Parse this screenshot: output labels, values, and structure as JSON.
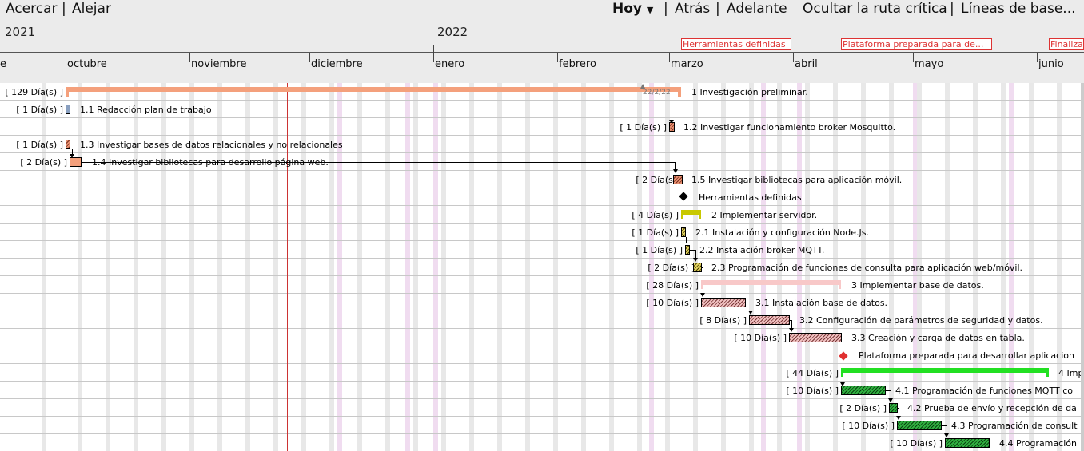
{
  "toolbar": {
    "zoom_in": "Acercar",
    "zoom_out": "Alejar",
    "today": "Hoy",
    "back": "Atrás",
    "forward": "Adelante",
    "hide_critical": "Ocultar la ruta crítica",
    "baselines": "Líneas de base..."
  },
  "years": [
    "2021",
    "2022"
  ],
  "months": [
    "e",
    "octubre",
    "noviembre",
    "diciembre",
    "enero",
    "febrero",
    "marzo",
    "abril",
    "mayo",
    "junio"
  ],
  "milestone_flags": [
    "Herramientas definidas",
    "Plataforma preparada para de...",
    "Finaliza"
  ],
  "date_marker": "22/2/22",
  "tasks": [
    {
      "dur": "[ 129 Día(s) ]",
      "label": "1 Investigación preliminar."
    },
    {
      "dur": "[ 1 Día(s) ]",
      "label": "1.1 Redacción plan de trabajo"
    },
    {
      "dur": "[ 1 Día(s) ]",
      "label": "1.2 Investigar funcionamiento broker Mosquitto."
    },
    {
      "dur": "[ 1 Día(s) ]",
      "label": "1.3 Investigar bases de datos relacionales y no relacionales"
    },
    {
      "dur": "[ 2 Día(s) ]",
      "label": "1.4 Investigar bibliotecas para desarrollo página web."
    },
    {
      "dur": "[ 2 Día(s) ]",
      "label": "1.5 Investigar bibliotecas para aplicación móvil."
    },
    {
      "dur": "",
      "label": "Herramientas definidas"
    },
    {
      "dur": "[ 4 Día(s) ]",
      "label": "2 Implementar servidor."
    },
    {
      "dur": "[ 1 Día(s) ]",
      "label": "2.1 Instalación y configuración Node.Js."
    },
    {
      "dur": "[ 1 Día(s) ]",
      "label": "2.2 Instalación broker MQTT."
    },
    {
      "dur": "[ 2 Día(s) ]",
      "label": "2.3 Programación de funciones de consulta para aplicación web/móvil."
    },
    {
      "dur": "[ 28 Día(s) ]",
      "label": "3 Implementar base de datos."
    },
    {
      "dur": "[ 10 Día(s) ]",
      "label": "3.1 Instalación base de datos."
    },
    {
      "dur": "[ 8 Día(s) ]",
      "label": "3.2 Configuración de parámetros de seguridad y datos."
    },
    {
      "dur": "[ 10 Día(s) ]",
      "label": "3.3 Creación y carga de datos en tabla."
    },
    {
      "dur": "",
      "label": "Plataforma preparada para desarrollar aplicacion"
    },
    {
      "dur": "[ 44 Día(s) ]",
      "label": "4 Imp"
    },
    {
      "dur": "[ 10 Día(s) ]",
      "label": "4.1 Programación de funciones MQTT co"
    },
    {
      "dur": "[ 2 Día(s) ]",
      "label": "4.2 Prueba de envío y recepción de da"
    },
    {
      "dur": "[ 10 Día(s) ]",
      "label": "4.3 Programación de consult"
    },
    {
      "dur": "[ 10 Día(s) ]",
      "label": "4.4 Programación"
    }
  ],
  "colors": {
    "summary1": "#f4a07c",
    "summary2": "#c8c800",
    "summary3": "#f8c8c8",
    "summary4": "#22e022",
    "today_line": "#cc3333",
    "milestone_red": "#e03030"
  }
}
